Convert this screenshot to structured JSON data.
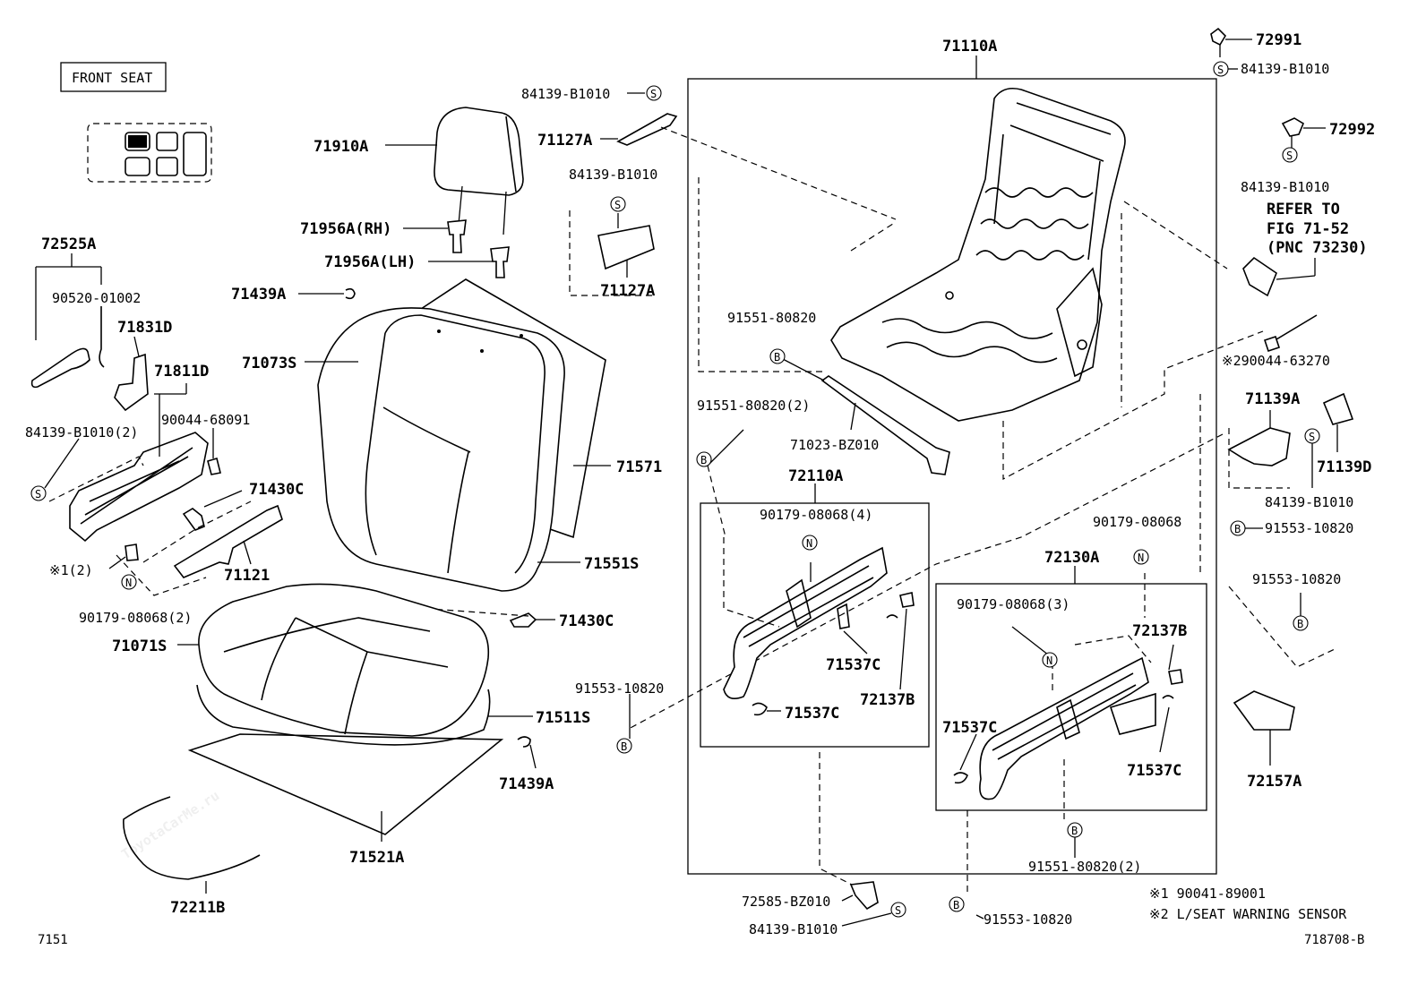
{
  "view_title": "FRONT SEAT",
  "figure_code": "7151",
  "drawing_no": "718708-B",
  "watermark": "ToyotaCarMe.ru",
  "symbols": {
    "s": "S",
    "b": "B",
    "n": "N"
  },
  "labels": {
    "p72525A": "72525A",
    "p90520_01002": "90520-01002",
    "p71831D": "71831D",
    "p71811D": "71811D",
    "p90044_68091": "90044-68091",
    "p84139_B1010_2": "84139-B1010(2)",
    "p71430C_a": "71430C",
    "p71121": "71121",
    "p_note1_2": "※1(2)",
    "p90179_08068_2": "90179-08068(2)",
    "p71910A": "71910A",
    "p71956A_RH": "71956A(RH)",
    "p71956A_LH": "71956A(LH)",
    "p71439A_a": "71439A",
    "p71073S": "71073S",
    "p71571": "71571",
    "p71551S": "71551S",
    "p71430C_b": "71430C",
    "p71071S": "71071S",
    "p71511S": "71511S",
    "p71439A_b": "71439A",
    "p71521A": "71521A",
    "p72211B": "72211B",
    "p84139_B1010_a": "84139-B1010",
    "p71127A_a": "71127A",
    "p84139_B1010_b": "84139-B1010",
    "p71127A_b": "71127A",
    "p91553_10820_a": "91553-10820",
    "p71110A": "71110A",
    "p91551_80820": "91551-80820",
    "p91551_80820_2a": "91551-80820(2)",
    "p71023_BZ010": "71023-BZ010",
    "p72110A": "72110A",
    "p90179_08068_4": "90179-08068(4)",
    "p71537C_a": "71537C",
    "p72137B_a": "72137B",
    "p71537C_b": "71537C",
    "p90179_08068": "90179-08068",
    "p72130A": "72130A",
    "p90179_08068_3": "90179-08068(3)",
    "p72137B_b": "72137B",
    "p71537C_c": "71537C",
    "p71537C_d": "71537C",
    "p91551_80820_2b": "91551-80820(2)",
    "p72585_BZ010": "72585-BZ010",
    "p84139_B1010_c": "84139-B1010",
    "p91553_10820_b": "91553-10820",
    "p72991": "72991",
    "p84139_B1010_d": "84139-B1010",
    "p72992": "72992",
    "p84139_B1010_e": "84139-B1010",
    "refer_line1": "REFER TO",
    "refer_line2": "FIG 71-52",
    "refer_line3": "(PNC 73230)",
    "p90044_63270": "※290044-63270",
    "p71139A": "71139A",
    "p71139D": "71139D",
    "p84139_B1010_f": "84139-B1010",
    "p91553_10820_c": "91553-10820",
    "p91553_10820_d": "91553-10820",
    "p72157A": "72157A",
    "note1": "※1  90041-89001",
    "note2": "※2 L/SEAT WARNING SENSOR"
  }
}
